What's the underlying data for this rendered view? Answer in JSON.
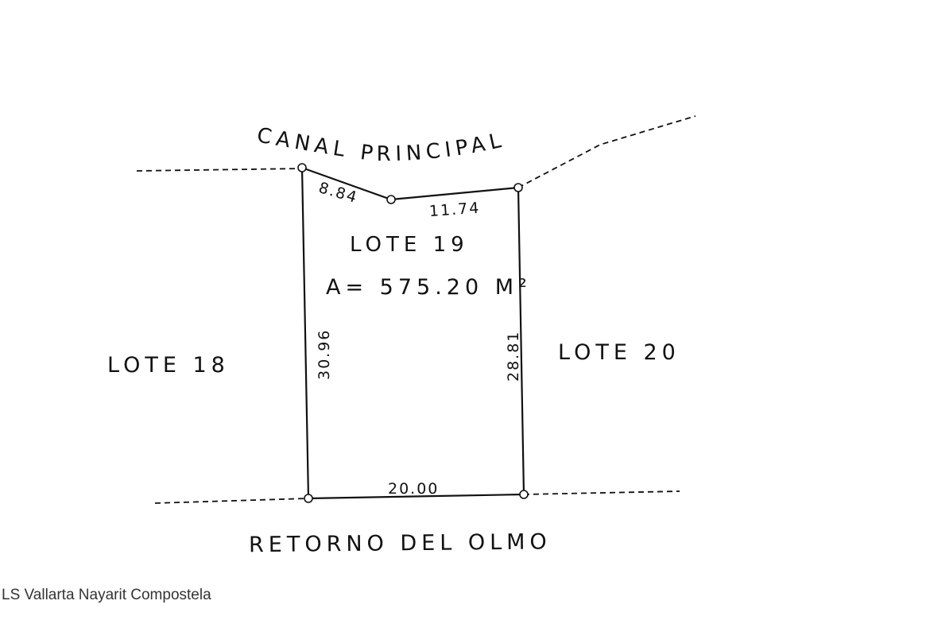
{
  "plan": {
    "street_north": "CANAL PRINCIPAL",
    "street_south": "RETORNO DEL OLMO",
    "lot_title": "LOTE 19",
    "lot_area": "A= 575.20 M²",
    "neighbor_left": "LOTE 18",
    "neighbor_right": "LOTE 20",
    "dimensions": {
      "north_left": "8.84",
      "north_right": "11.74",
      "west": "30.96",
      "east": "28.81",
      "south": "20.00"
    }
  },
  "watermark": "LS Vallarta Nayarit Compostela"
}
